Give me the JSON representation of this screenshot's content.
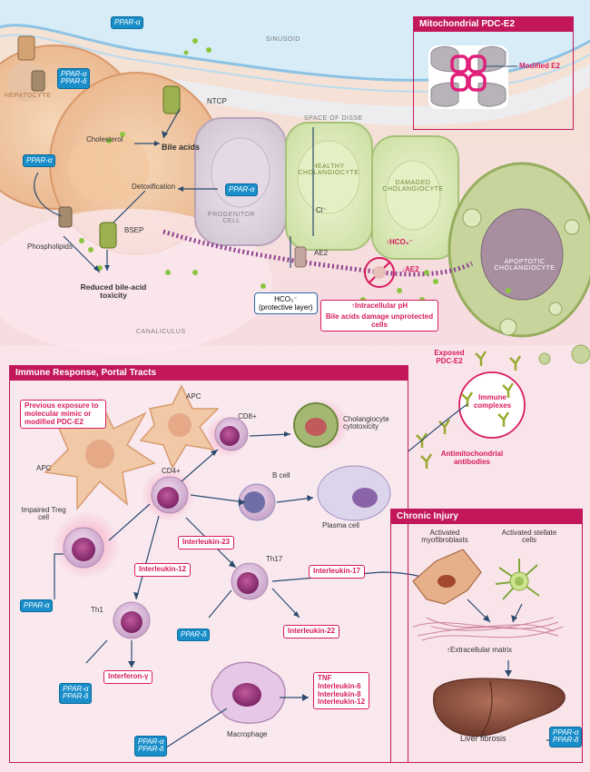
{
  "top": {
    "sinusoid": "SINUSOID",
    "space_of_disse": "SPACE OF DISSE",
    "hepatocyte": "HEPATOCYTE",
    "canaliculus": "CANALICULUS",
    "ntcp": "NTCP",
    "bsep": "BSEP",
    "cholesterol": "Cholesterol",
    "bile_acids": "Bile acids",
    "detoxification": "Detoxification",
    "phospholipids": "Phospholipids",
    "reduced_toxicity": "Reduced bile-acid toxicity",
    "progenitor": "PROGENITOR CELL",
    "healthy": "HEALTHY CHOLANGIOCYTE",
    "damaged": "DAMAGED CHOLANGIOCYTE",
    "apoptotic": "APOPTOTIC CHOLANGIOCYTE",
    "cl": "Cl⁻",
    "ae2": "AE2",
    "hco3_protective_1": "HCO₃⁻",
    "hco3_protective_2": "(protective layer)",
    "up_hco3": "↑HCO₃⁻",
    "down_ae2": "↓AE2",
    "intracellular_ph": "↑Intracellular pH",
    "bile_damage": "Bile acids damage unprotected cells",
    "exposed_pdc": "Exposed PDC-E2",
    "immune_complexes": "Immune complexes",
    "antimito": "Antimitochondrial antibodies"
  },
  "ppar": {
    "a": "PPAR-α",
    "d": "PPAR-δ",
    "minus": "−",
    "plus": "+"
  },
  "mito": {
    "title": "Mitochondrial PDC-E2",
    "modified": "Modified E2"
  },
  "immune": {
    "title": "Immune Response, Portal Tracts",
    "previous": "Previous exposure to molecular mimic or modified PDC-E2",
    "apc1": "APC",
    "apc2": "APC",
    "cd8": "CD8+",
    "cd4": "CD4+",
    "chol_cyto": "Cholangiocyte cytotoxicity",
    "bcell": "B cell",
    "plasma": "Plasma cell",
    "treg": "Impaired Treg cell",
    "il23": "Interleukin-23",
    "il12": "Interleukin-12",
    "il17": "Interleukin-17",
    "il22": "Interleukin-22",
    "th17": "Th17",
    "th1": "Th1",
    "ifn": "Interferon-γ",
    "macrophage": "Macrophage",
    "tnf": "TNF",
    "il6": "Interleukin-6",
    "il8": "Interleukin-8",
    "il12b": "Interleukin-12"
  },
  "chronic": {
    "title": "Chronic Injury",
    "myo": "Activated myofibroblasts",
    "stellate": "Activated stellate cells",
    "ecm": "↑Extracellular matrix",
    "fibrosis": "Liver fibrosis"
  }
}
